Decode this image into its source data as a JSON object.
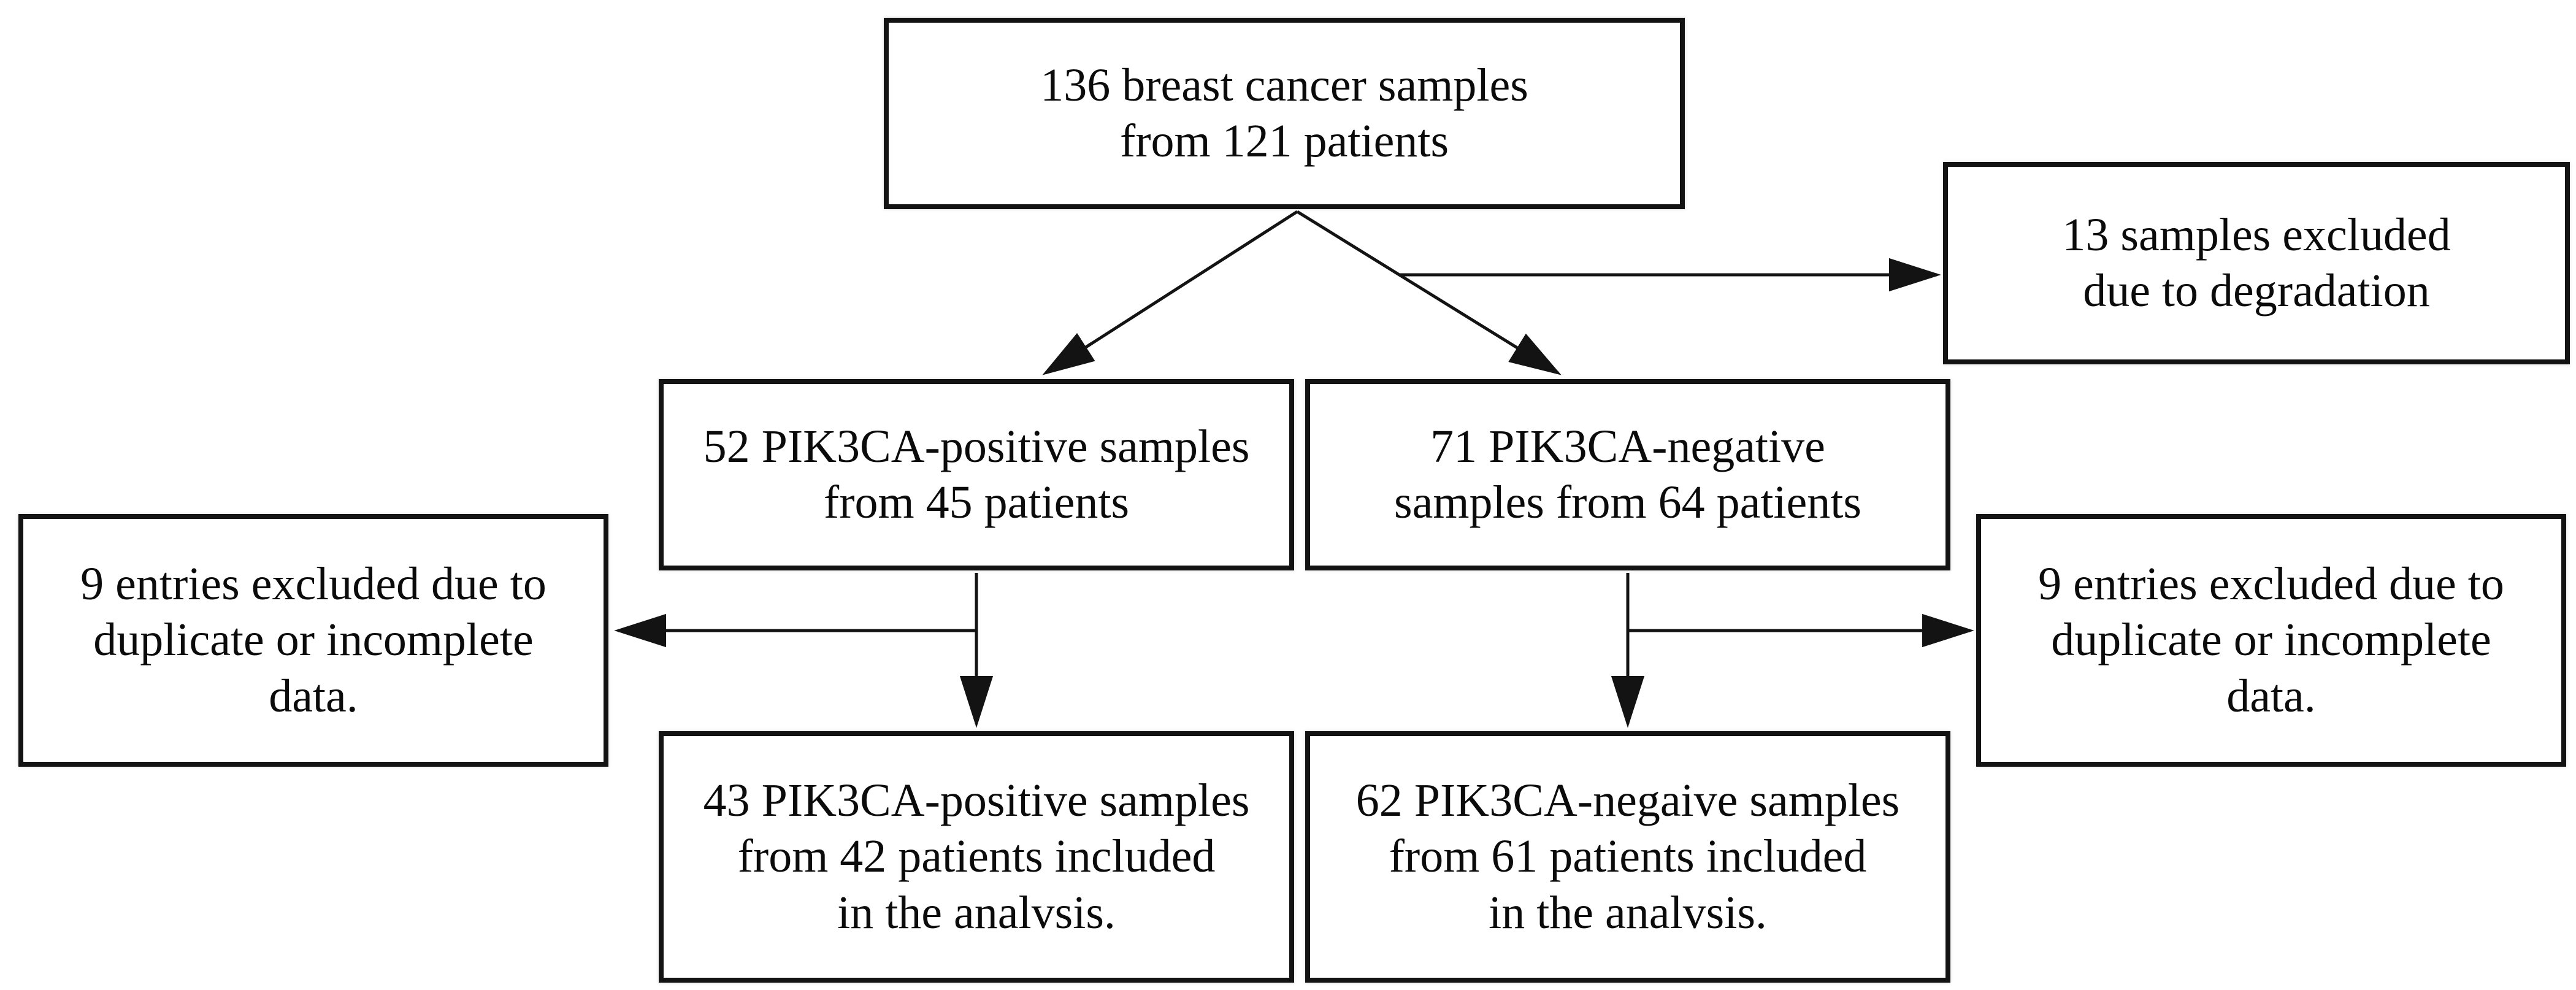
{
  "colors": {
    "line": "#131313",
    "box_border": "#131313",
    "box_background": "#ffffff",
    "text": "#0b0b0b",
    "page_background": "#ffffff"
  },
  "boxes": {
    "total": "136 breast cancer samples\nfrom 121 patients",
    "excluded_degradation": "13 samples excluded\ndue to degradation",
    "pik3ca_positive": "52 PIK3CA-positive samples\nfrom 45 patients",
    "pik3ca_negative": "71 PIK3CA-negative\nsamples from 64 patients",
    "excluded_duplicate_left": "9 entries excluded due to\nduplicate or incomplete\ndata.",
    "excluded_duplicate_right": "9 entries excluded due to\nduplicate or incomplete\ndata.",
    "included_positive": "43 PIK3CA-positive samples\nfrom 42 patients included\nin the analvsis.",
    "included_negative": "62 PIK3CA-negaive samples\nfrom 61 patients included\nin the analvsis."
  }
}
